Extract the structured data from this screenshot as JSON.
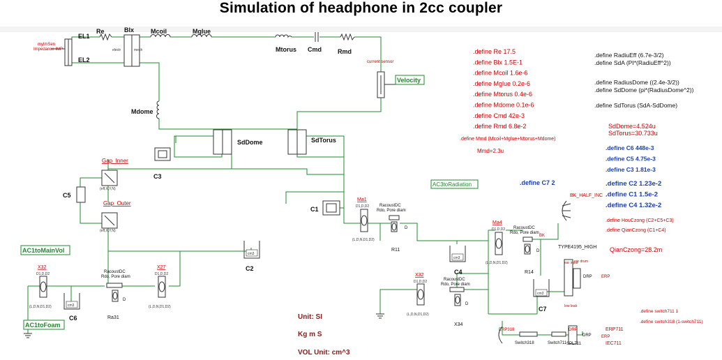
{
  "title": "Simulation of headphone in 2cc coupler",
  "components": {
    "source_label_1": "mylmSen",
    "source_label_2": "Impedance IMP",
    "el1": "EL1",
    "el2": "EL2",
    "re": "Re",
    "blx": "Blx",
    "electr": "electr",
    "mech": "mech",
    "mcoil": "Mcoil",
    "mglue": "Mglue",
    "mtorus": "Mtorus",
    "cmd": "Cmd",
    "rmd": "Rmd",
    "current_sensor": "current sensor",
    "velocity": "Velocity",
    "mdome": "Mdome",
    "sddome": "SdDome",
    "sdtorus": "SdTorus",
    "c3": "C3",
    "c5": "C5",
    "gap_inner": "Gap_Inner",
    "gap_outer": "Gap_Outer",
    "c1": "C1",
    "c2": "C2",
    "c4": "C4",
    "c6": "C6",
    "c7": "C7",
    "ma1": "Ma1",
    "ma4": "Ma4",
    "x32a": "X32",
    "x27": "X27",
    "x32b": "X32",
    "racoustdc": "RacoustDC",
    "rdo": "Rdo, Pore diam",
    "r11": "R11",
    "r14": "R14",
    "ra31": "Ra31",
    "x34": "X34",
    "ldnd1d2": "(L,D,N,D1,D2)",
    "d": "D",
    "d1d2": "D1,D,D2",
    "effxyn": "(eff,X,Y,N)",
    "cm3": "cm3",
    "type": "TYPE4195_HIGH",
    "bk_half": "BK_HALF_INC",
    "bk": "BK",
    "erp": "ERP",
    "drp": "DRP",
    "erp318": "ERP318",
    "erp711": "ERP711",
    "iec711": "IEC711",
    "switch318": "Switch318",
    "switch711": "Switch711",
    "spl711": "SPL711",
    "low_leak": "low leak",
    "ear_input": "ear input",
    "ear_drum": "ear drum",
    "ac3": "AC3toRadiation",
    "ac1main": "AC1toMainVol",
    "ac1foam": "AC1toFoam",
    "unit_si": "Unit: SI",
    "kgms": "Kg   m   S",
    "vol_unit": "VOL Unit: cm^3"
  },
  "defines": {
    "left": [
      ".define Re 17.5",
      ".define Blx 1.5E-1",
      ".define Mcoil  1.6e-6",
      ".define Mglue 0.2e-6",
      ".define Mtorus 0.4e-6",
      ".define Mdome 0.1e-6",
      ".define Cmd 42e-3",
      ".define Rmd 6.8e-2"
    ],
    "right": [
      ".define RadiuEff  (6.7e-3/2)",
      ".define SdA (PI*(RadiuEff^2))",
      ".define RadiusDome ((2.4e-3/2))",
      ".define SdDome (pi*(RadiusDome^2))",
      ".define SdTorus (SdA-SdDome)"
    ],
    "mmd_define": ".define Mmd (Mcoil+Mglue+Mtorus+Mdome)",
    "mmd_value": "Mmd=2.3u",
    "sddome_value": "SdDome=4.524u",
    "sdtorus_value": "SdTorus=30.733u",
    "c_defines_a": [
      ".define C6 448e-3",
      ".define C5 4.75e-3",
      ".define C3 1.81e-3"
    ],
    "c7_define": ".define C7 2",
    "c_defines_b": [
      ".define C2 1.23e-2",
      ".define C1 1.5e-2",
      ".define C4 1.32e-2"
    ],
    "houczong": ".define HouCzong (C2+C5+C3)",
    "qianczong": ".define QianCzong (C1+C4)",
    "qianczong_value": "QianCzong=28.2m",
    "switch711": ".define switch711 1",
    "switch318": ".define switch318 (1-switch711)"
  },
  "colors": {
    "wire": "#1f8a2c",
    "component": "#4a4a4a",
    "define_red": "#cc0000",
    "define_blue": "#1a3fb0",
    "define_black": "#111111",
    "label_red": "#cc0000",
    "port_green": "#1f8a2c"
  }
}
